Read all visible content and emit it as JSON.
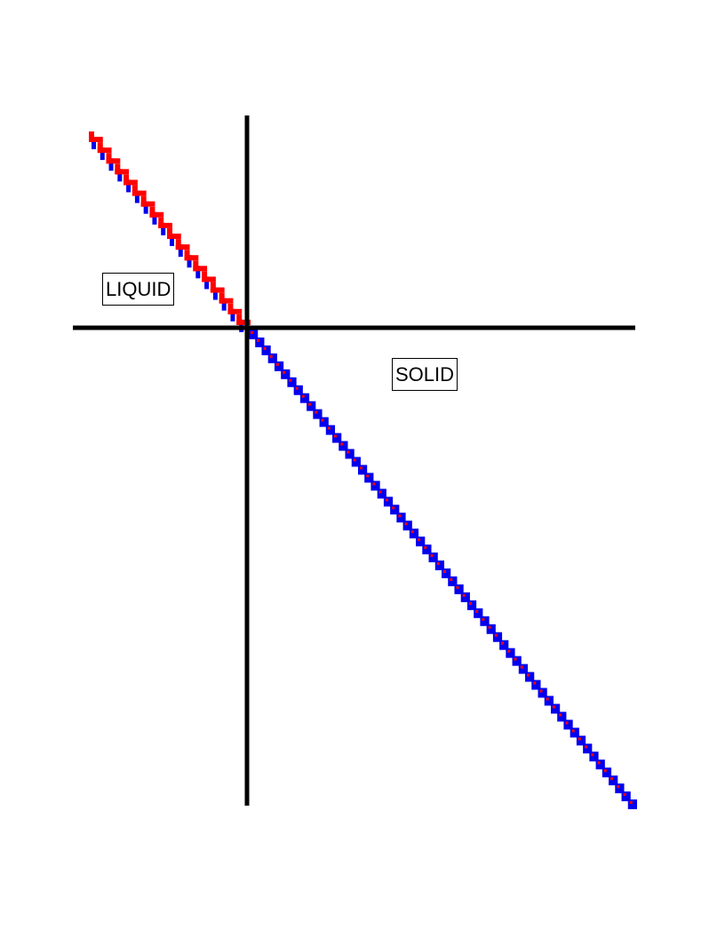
{
  "diagram": {
    "regions": {
      "liquid_label": "LIQUID",
      "solid_label": "SOLID"
    },
    "colors": {
      "axes": "#000000",
      "boundary_upper": "#ff0000",
      "boundary_shadow": "#0000ee",
      "background": "#ffffff"
    },
    "curve": {
      "description_style": "stepped pixelated boundary line"
    }
  }
}
